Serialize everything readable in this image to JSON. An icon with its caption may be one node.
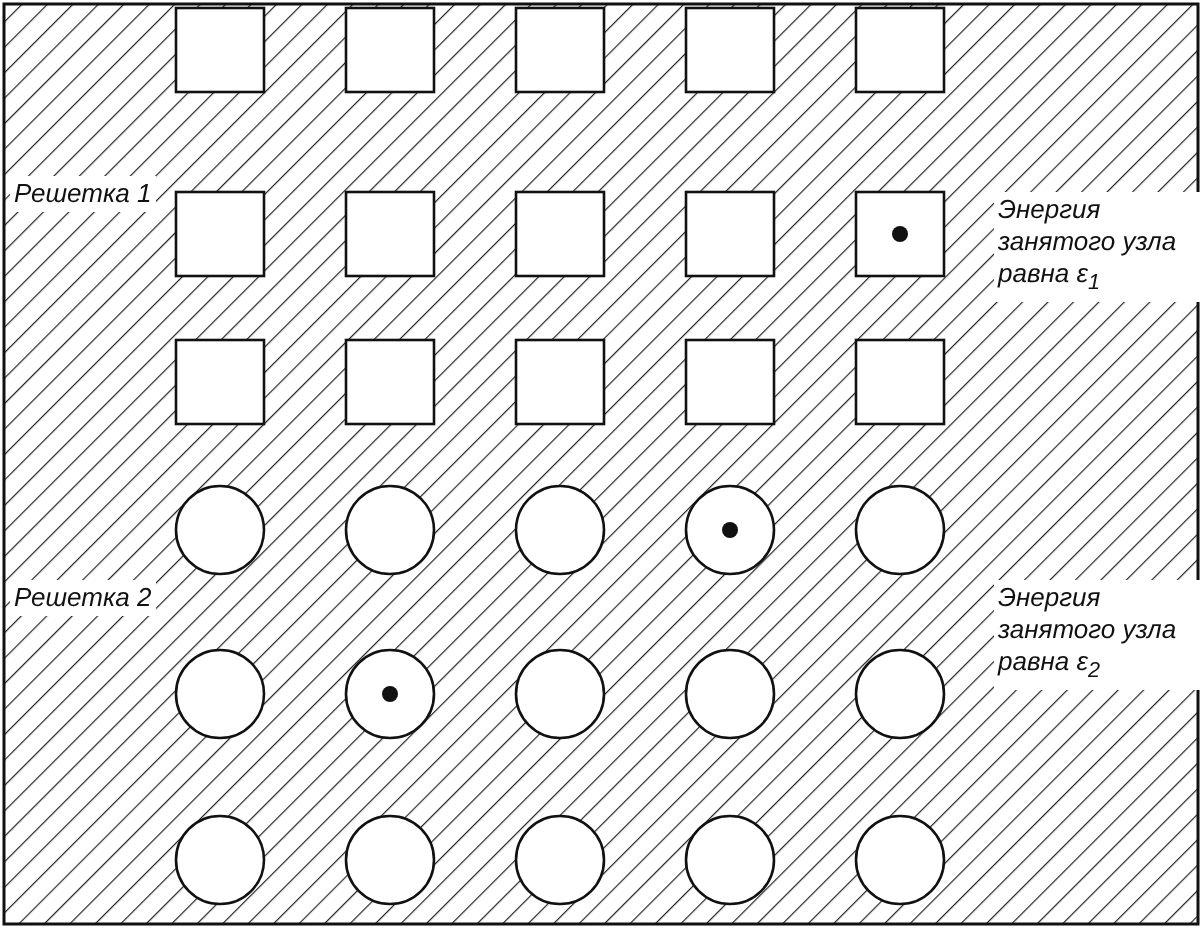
{
  "diagram": {
    "labels": [
      "Решетка 1",
      "Энергия занятого узла равна ε$_{1}$",
      "Решетка 2",
      "Энергия занятого узла равна ε$_{2}$"
    ]
  }
}
